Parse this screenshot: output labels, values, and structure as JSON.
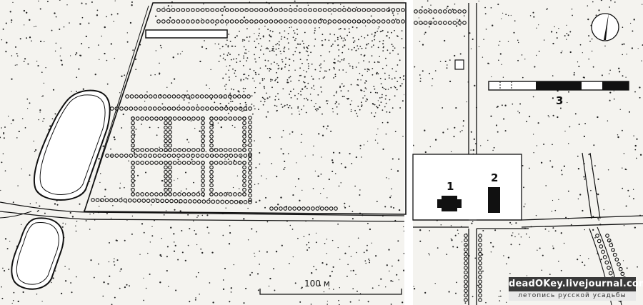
{
  "map": {
    "labels": {
      "building_1": "1",
      "building_2": "2",
      "building_3": "3"
    },
    "scale_bar": {
      "label": "100 м"
    }
  },
  "watermark": {
    "line1": "deadOKey.livejournal.com",
    "line2": "летопись русской усадьбы"
  },
  "colors": {
    "paper": "#f4f3ef",
    "ink": "#111111",
    "gutter": "#ffffff"
  }
}
